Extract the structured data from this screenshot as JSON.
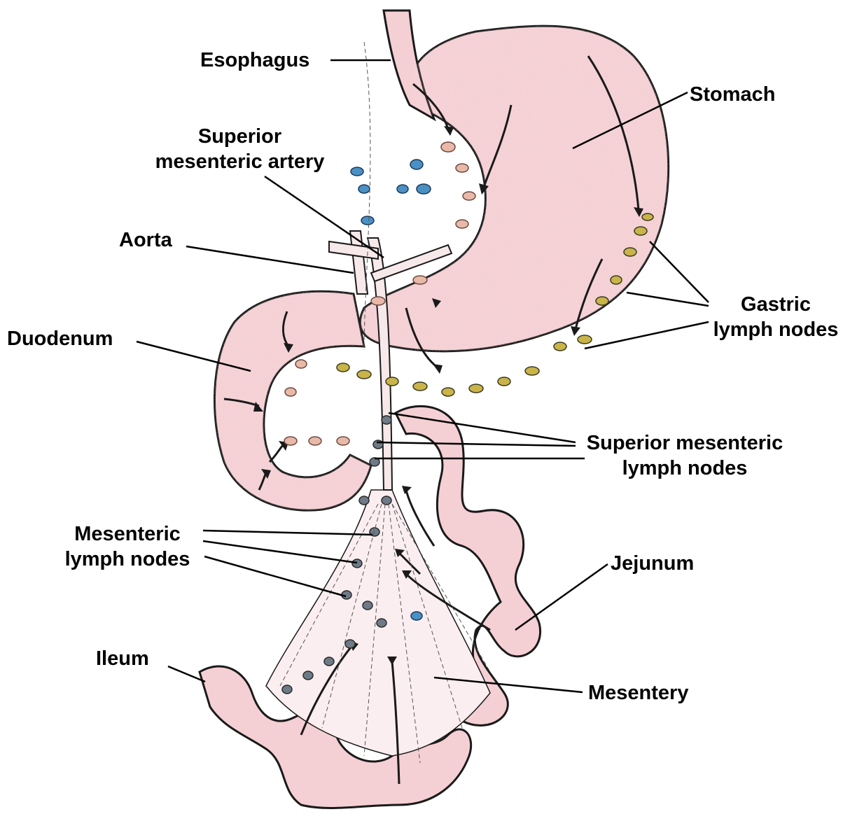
{
  "labels": {
    "esophagus": "Esophagus",
    "stomach": "Stomach",
    "sma": [
      "Superior",
      "mesenteric artery"
    ],
    "aorta": "Aorta",
    "duodenum": "Duodenum",
    "gastric": [
      "Gastric",
      "lymph nodes"
    ],
    "sup_mes_nodes": [
      "Superior mesenteric",
      "lymph nodes"
    ],
    "mes_nodes": [
      "Mesenteric",
      "lymph nodes"
    ],
    "jejunum": "Jejunum",
    "ileum": "Ileum",
    "mesentery": "Mesentery"
  },
  "colors": {
    "organ_fill": "#f4cfd3",
    "organ_outline": "#1a1a1a",
    "node_yellow": "#c9b44a",
    "node_pink": "#e8b8a8",
    "node_blue": "#4a90c4",
    "node_dark": "#6e7a86",
    "leader": "#000000"
  }
}
